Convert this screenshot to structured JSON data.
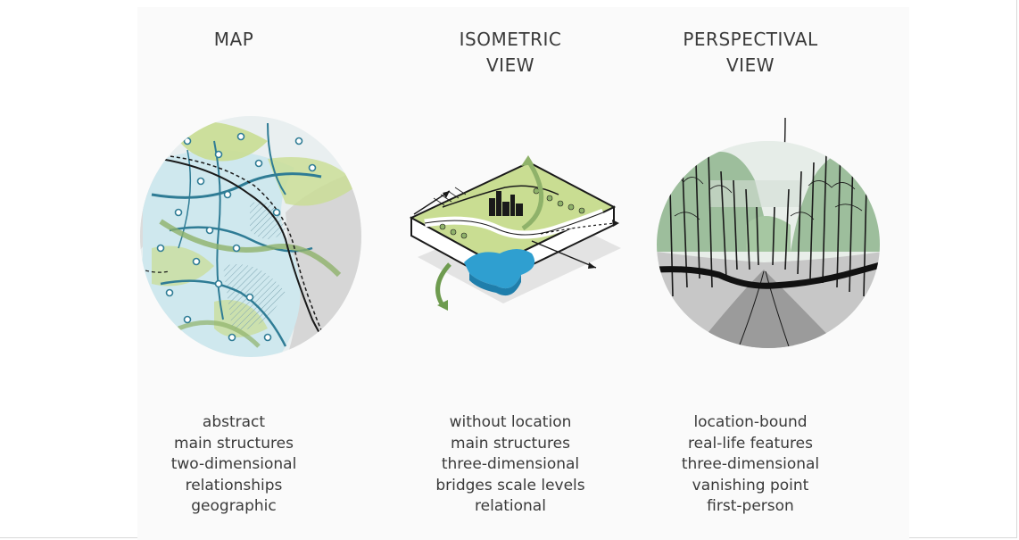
{
  "columns": [
    {
      "heading": [
        "MAP"
      ],
      "illustration": "map-circle-illustration",
      "descriptors": [
        "abstract",
        "main structures",
        "two-dimensional",
        "relationships",
        "geographic"
      ]
    },
    {
      "heading": [
        "ISOMETRIC",
        "VIEW"
      ],
      "illustration": "isometric-block-illustration",
      "descriptors": [
        "without location",
        "main structures",
        "three-dimensional",
        "bridges scale levels",
        "relational"
      ]
    },
    {
      "heading": [
        "PERSPECTIVAL",
        "VIEW"
      ],
      "illustration": "perspective-forest-illustration",
      "descriptors": [
        "location-bound",
        "real-life features",
        "three-dimensional",
        "vanishing point",
        "first-person"
      ]
    }
  ],
  "colors": {
    "green": "#8fb26a",
    "light_green": "#c9dd92",
    "teal": "#2f7c95",
    "light_blue": "#cfe8ee",
    "water_blue": "#2f9fd0",
    "gray": "#d8d8d8",
    "dark": "#1a1a1a"
  }
}
